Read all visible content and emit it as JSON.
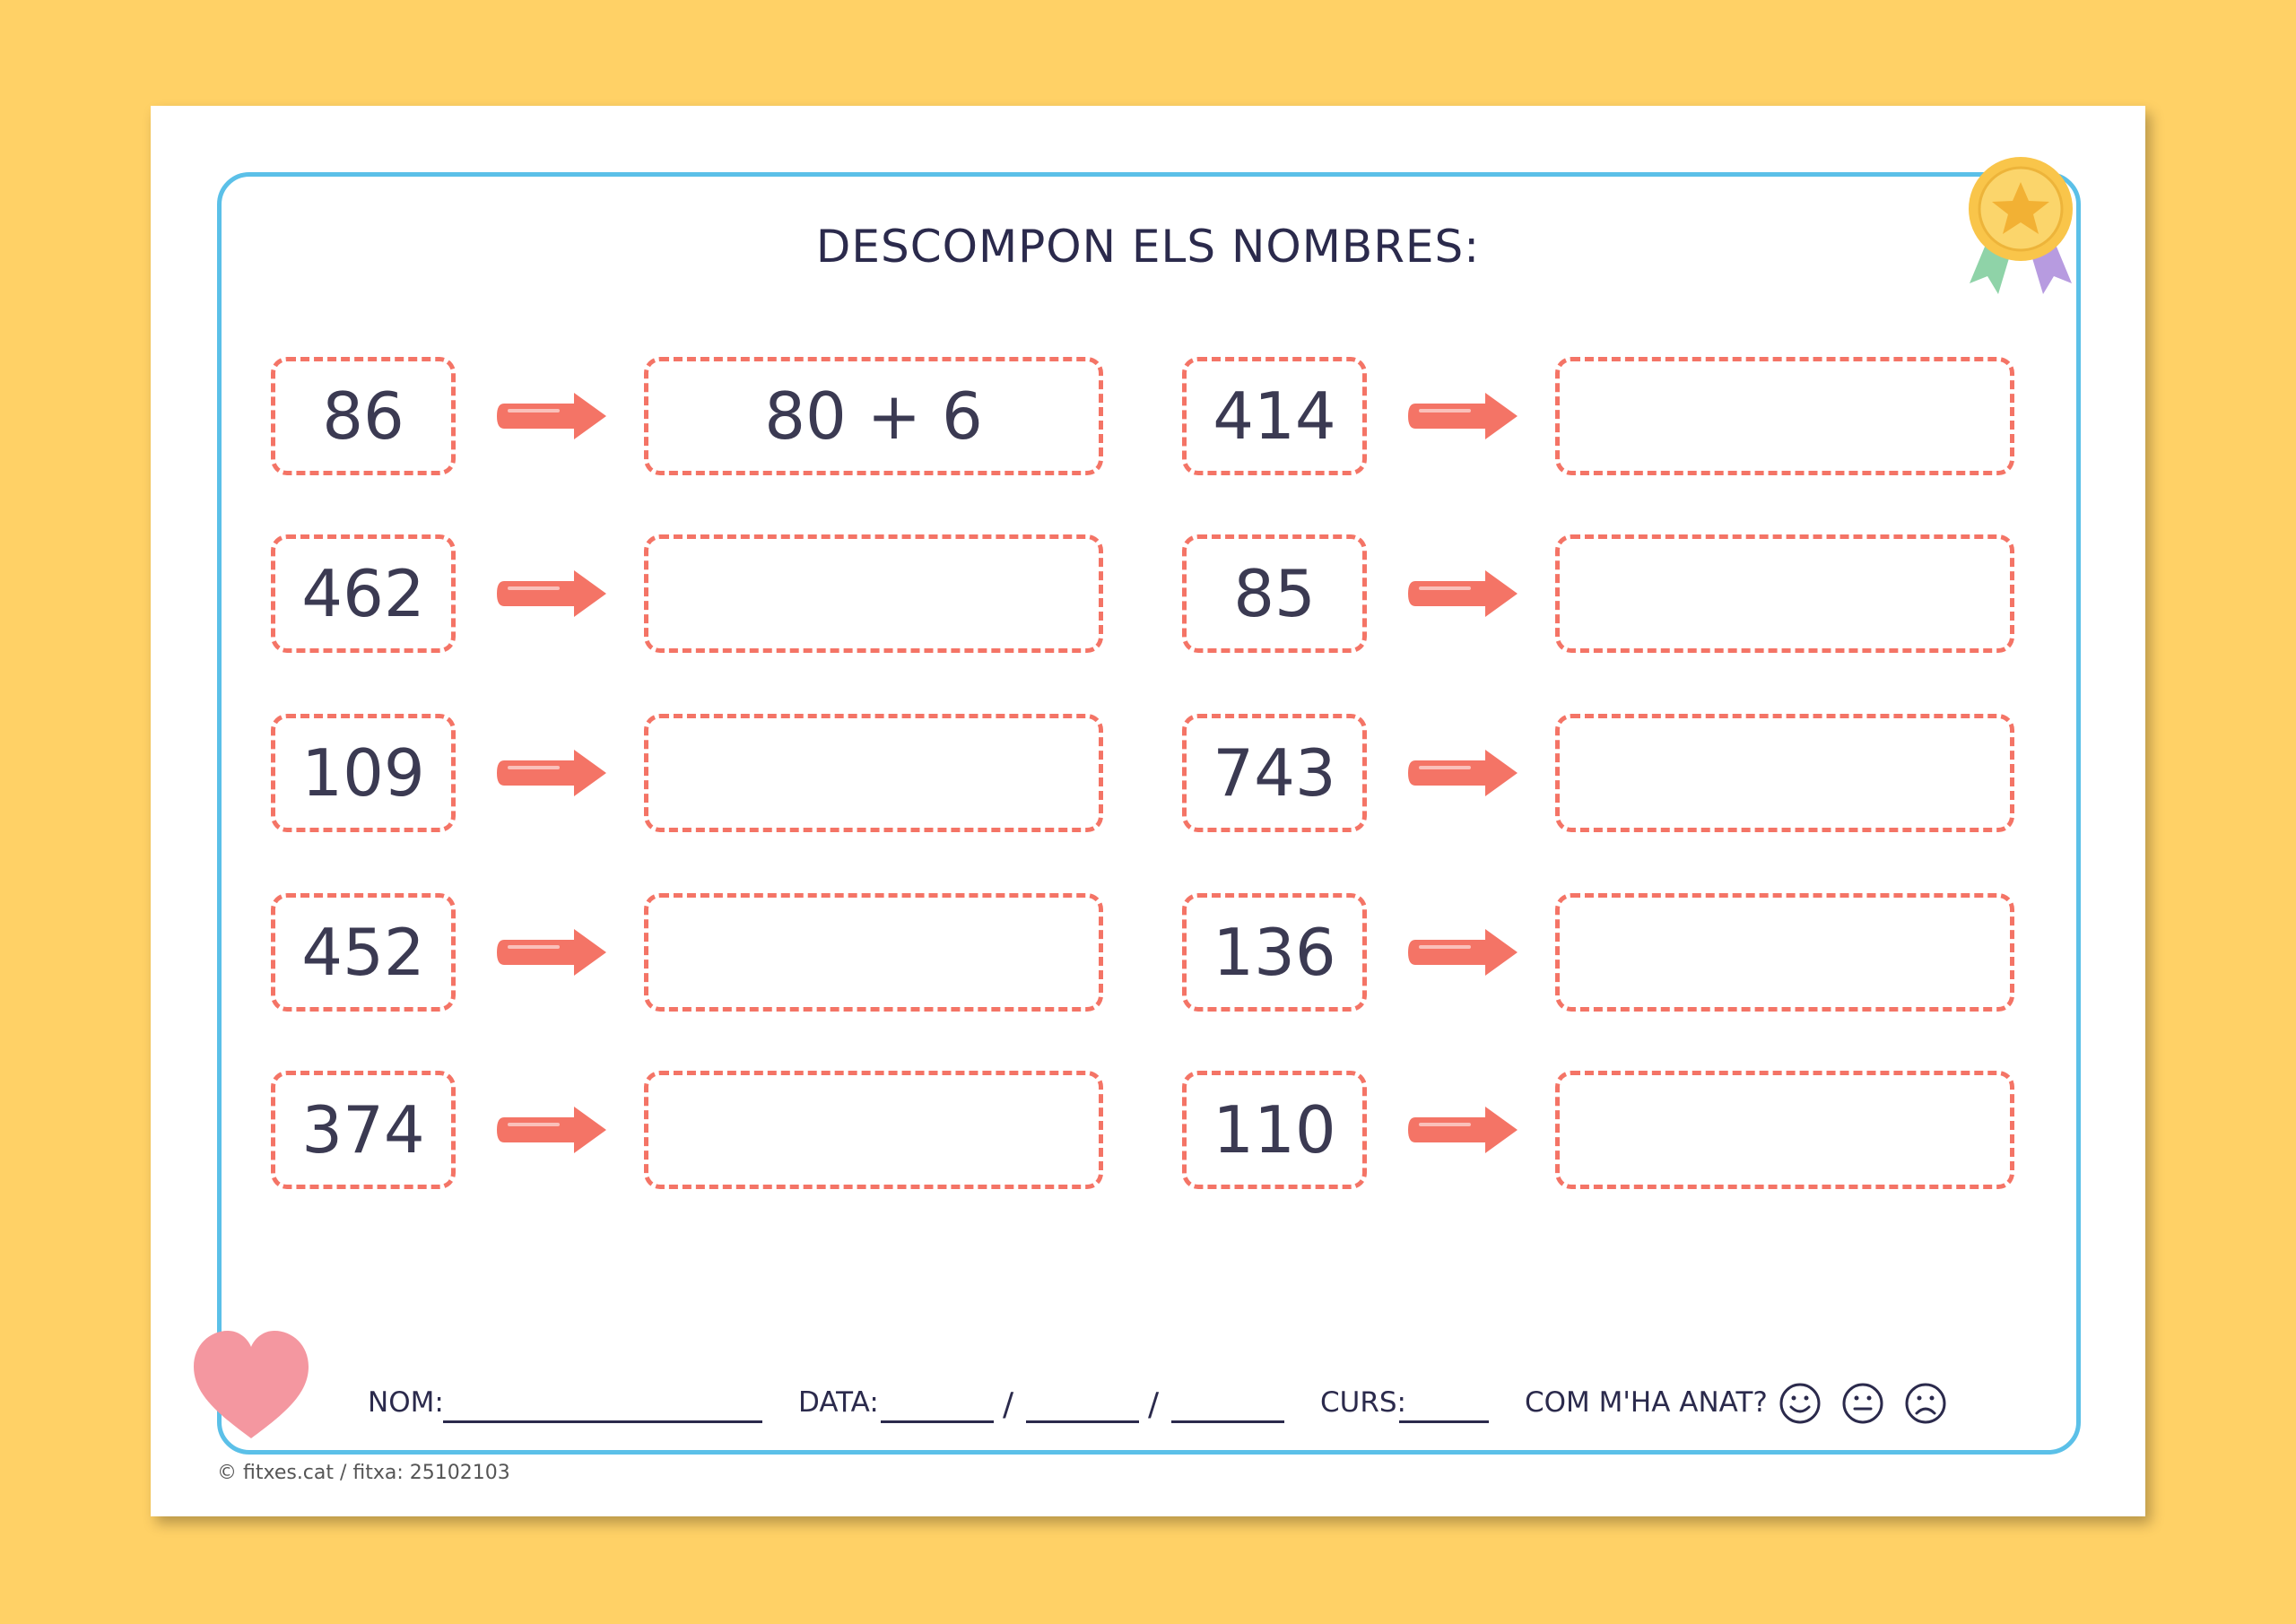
{
  "title": "DESCOMPON ELS NOMBRES:",
  "exercises": [
    {
      "number": "86",
      "answer": "80 + 6"
    },
    {
      "number": "462",
      "answer": ""
    },
    {
      "number": "109",
      "answer": ""
    },
    {
      "number": "452",
      "answer": ""
    },
    {
      "number": "374",
      "answer": ""
    },
    {
      "number": "414",
      "answer": ""
    },
    {
      "number": "85",
      "answer": ""
    },
    {
      "number": "743",
      "answer": ""
    },
    {
      "number": "136",
      "answer": ""
    },
    {
      "number": "110",
      "answer": ""
    }
  ],
  "footer": {
    "name_label": "NOM:",
    "date_label": "DATA:",
    "date_separator": "/",
    "course_label": "CURS:",
    "feeling_label": "COM M'HA ANAT?"
  },
  "copyright": "© fitxes.cat / fitxa: 25102103",
  "colors": {
    "background": "#FFD166",
    "frame": "#5BC0E8",
    "dashed": "#F47466",
    "arrow": "#F47466",
    "heart": "#F497A0",
    "badge": "#F9C54A"
  },
  "icons": [
    "medal-icon",
    "heart-icon",
    "arrow-icon",
    "happy-face-icon",
    "neutral-face-icon",
    "sad-face-icon"
  ]
}
